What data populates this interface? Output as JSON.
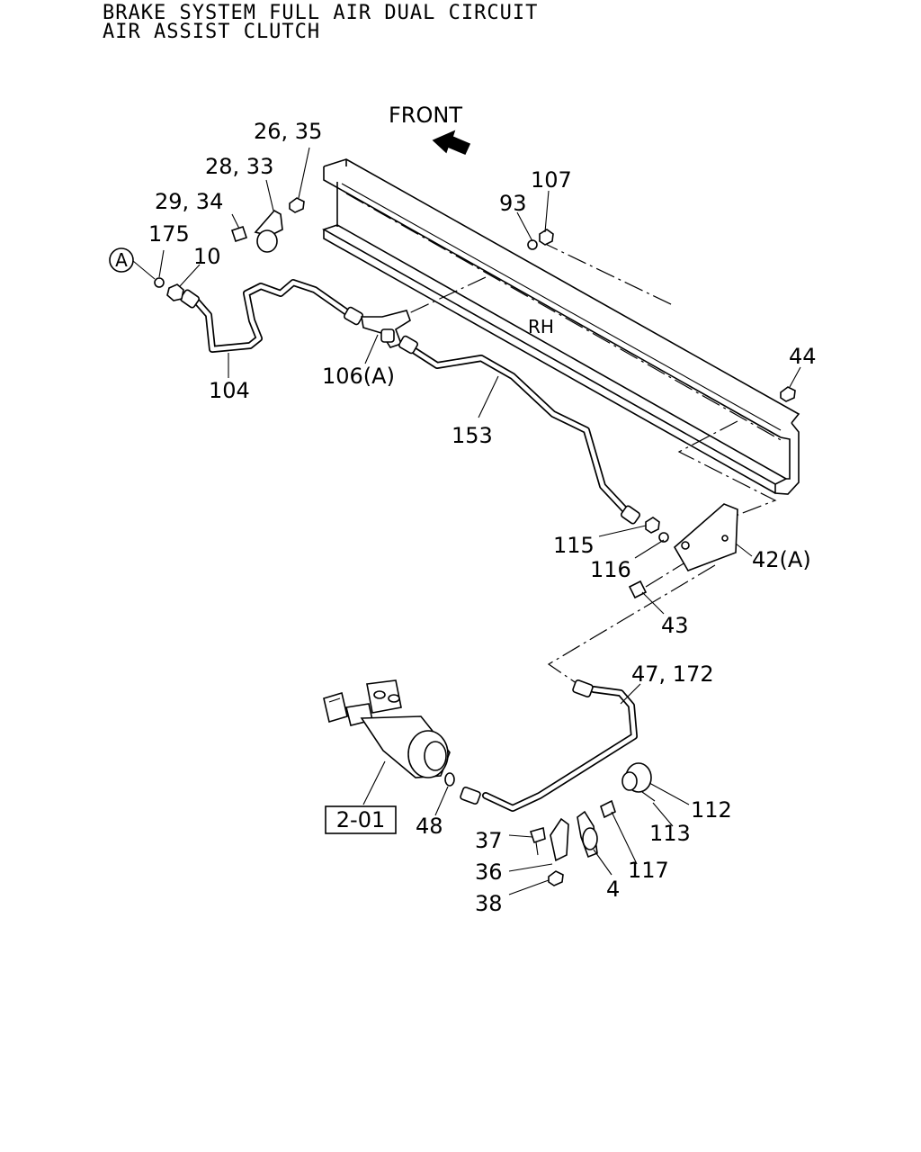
{
  "title": {
    "line1": "BRAKE SYSTEM FULL AIR DUAL CIRCUIT",
    "line2": "AIR ASSIST CLUTCH"
  },
  "direction": {
    "label": "FRONT"
  },
  "frame": {
    "side_label": "RH"
  },
  "reference": {
    "callout": "A",
    "section_box": "2-01"
  },
  "parts": {
    "p26_35": "26, 35",
    "p28_33": "28, 33",
    "p29_34": "29, 34",
    "p175": "175",
    "p10": "10",
    "p104": "104",
    "p106": "106(A)",
    "p93": "93",
    "p107": "107",
    "p44": "44",
    "p153": "153",
    "p115": "115",
    "p116": "116",
    "p42": "42(A)",
    "p43": "43",
    "p47_172": "47, 172",
    "p48": "48",
    "p112": "112",
    "p113": "113",
    "p117": "117",
    "p37": "37",
    "p36": "36",
    "p4": "4",
    "p38": "38"
  }
}
